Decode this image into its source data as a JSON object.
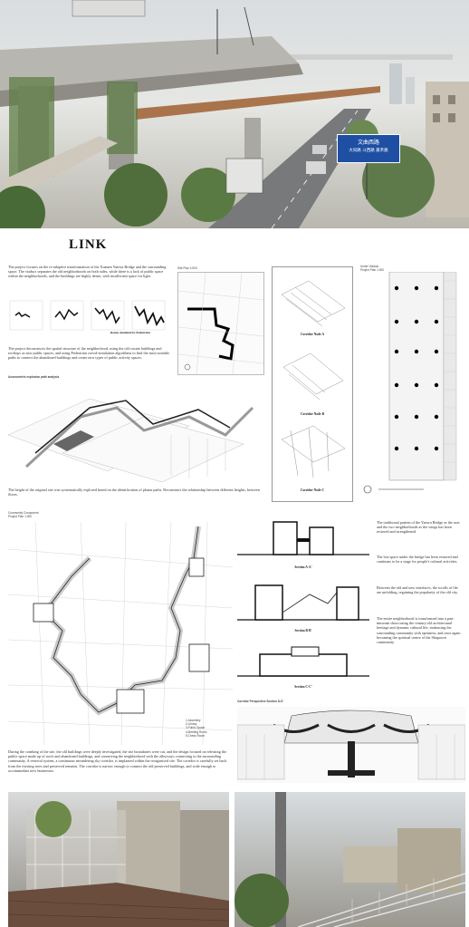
{
  "title": "LINK",
  "hero": {
    "sign": {
      "line1": "文曲西路",
      "line2": "大同路 斗西路 嘉禾路"
    }
  },
  "intro_text": "The project focuses on the re-adaptive transformation of the Xiamen Yanwu Bridge and the surrounding space. The viaduct separates the old neighborhoods on both sides, while there is a lack of public space within the neighborhoods, and the buildings are highly dense, with insufficient space for light.",
  "routes_caption": "Routes simulated by Pedestrians",
  "deconstruct_text": "The project deconstructs the spatial structure of the neighborhood, using the old vacant buildings and rooftops as new public spaces, and using Pedestrian crowd-simulation algorithms to find the most suitable paths to connect the abandoned buildings and create new types of public activity spaces.",
  "axon_caption": "Axonometric explosion path analysis",
  "site_plan_label": "Site Plan  1:500",
  "viaduct_plan_label": "Under Viaduct\nProject Plan  1:300",
  "corridor_nodes": [
    "Corridor Node A",
    "Corridor Node B",
    "Corridor Node C"
  ],
  "height_text": "The height of the original site was systematically explored based on the identification of planar paths. Reconstruct the relationship between different heights, between floors.",
  "community_plan_label": "Community Component\nProject Plan  1:300",
  "legend": [
    "1.Assembly",
    "2.Library",
    "3.Public Space",
    "4.Meeting Room",
    "5.Chess Room"
  ],
  "sections": [
    "Section A-A'",
    "Section B-B'",
    "Section C-C'"
  ],
  "right_texts": [
    "The traditional pattern of the Yanwu Bridge as the axis and the two neighborhoods as the wings has been restored and strengthened.",
    "The lost space under the bridge has been restored and continues to be a stage for people's cultural activities.",
    "Between the old and new interfaces, the scrolls of life are unfolding, regaining the popularity of the old city.",
    "The entire neighborhood is transformed into a pan-museum showcasing the century-old architectural heritage and dynamic cultural life, embracing the surrounding community with openness, and once again becoming the spiritual centre of the Shapowei community."
  ],
  "perspective_label": "Corridor Perspective   Section D-D'",
  "combing_text": "During the combing of the site, the old buildings were deeply investigated, the site boundaries were cut, and the design focused on releasing the public space made up of roofs and abandoned buildings, and connecting the neighborhood with the alleyways connecting to the surrounding community. A renewal system, a continuous meandering sky corridor, is implanted within the reorganised site. The corridor is carefully set back from the existing trees and preserved remains. The corridor is narrow enough to connect the old preserved buildings, and wide enough to accommodate new businesses."
}
